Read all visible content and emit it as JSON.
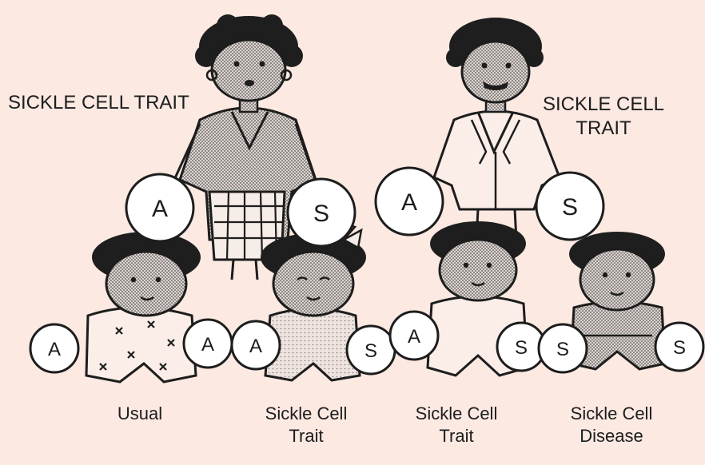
{
  "colors": {
    "paper": "#fbe9e2",
    "ink": "#1d1d1d",
    "screen": "#9a9a9a"
  },
  "parents": [
    {
      "label": "SICKLE CELL TRAIT",
      "alleles": [
        "A",
        "S"
      ]
    },
    {
      "label_line1": "SICKLE CELL",
      "label_line2": "TRAIT",
      "alleles": [
        "A",
        "S"
      ]
    }
  ],
  "children": [
    {
      "label_line1": "Usual",
      "label_line2": "",
      "alleles": [
        "A",
        "A"
      ]
    },
    {
      "label_line1": "Sickle Cell",
      "label_line2": "Trait",
      "alleles": [
        "A",
        "S"
      ]
    },
    {
      "label_line1": "Sickle Cell",
      "label_line2": "Trait",
      "alleles": [
        "A",
        "S"
      ]
    },
    {
      "label_line1": "Sickle Cell",
      "label_line2": "Disease",
      "alleles": [
        "S",
        "S"
      ]
    }
  ]
}
